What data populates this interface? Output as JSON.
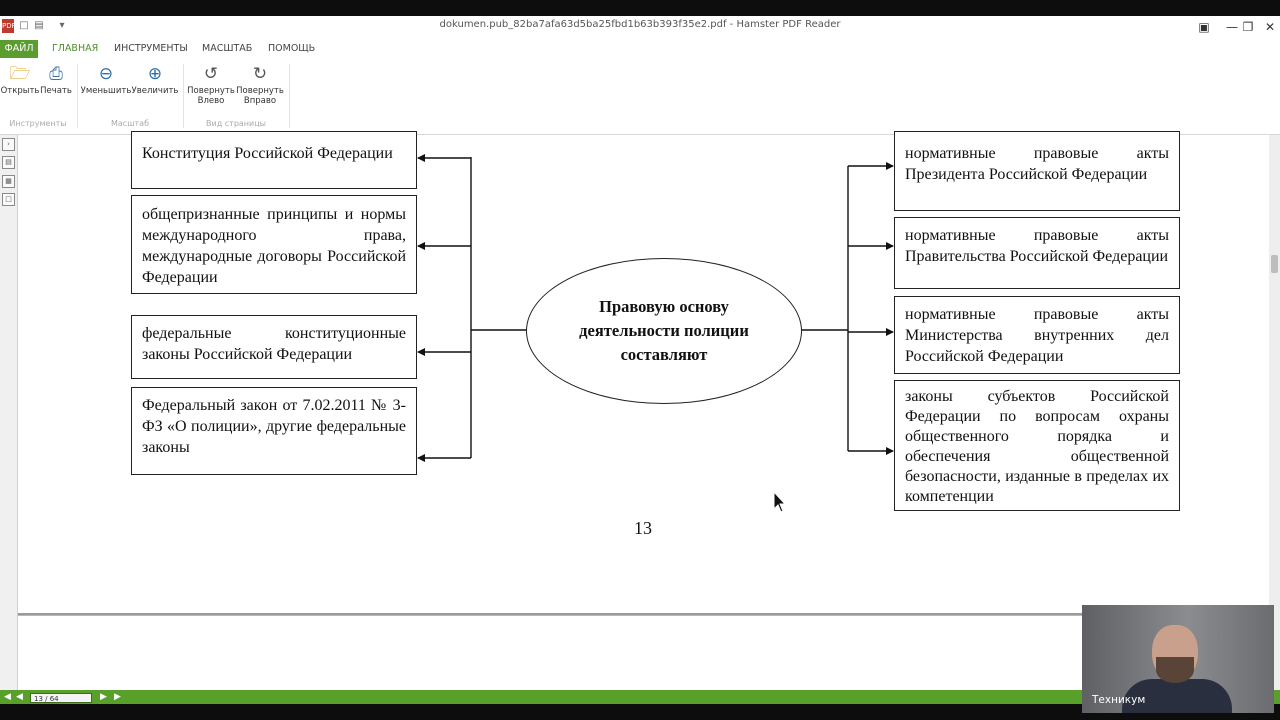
{
  "window": {
    "title": "dokumen.pub_82ba7afa63d5ba25fbd1b63b393f35e2.pdf - Hamster PDF Reader"
  },
  "ribbon_tabs": [
    {
      "label": "ФАЙЛ"
    },
    {
      "label": "ГЛАВНАЯ"
    },
    {
      "label": "ИНСТРУМЕНТЫ"
    },
    {
      "label": "МАСШТАБ"
    },
    {
      "label": "ПОМОЩЬ"
    }
  ],
  "ribbon": {
    "buttons": [
      {
        "label": "Открыть",
        "icon": "folder-icon"
      },
      {
        "label": "Печать",
        "icon": "printer-icon"
      },
      {
        "label": "Уменьшить",
        "icon": "zoom-out-icon"
      },
      {
        "label": "Увеличить",
        "icon": "zoom-in-icon"
      },
      {
        "label": "Повернуть Влево",
        "icon": "rotate-left-icon"
      },
      {
        "label": "Повернуть Вправо",
        "icon": "rotate-right-icon"
      }
    ],
    "groups": [
      {
        "label": "Инструменты"
      },
      {
        "label": "Масштаб"
      },
      {
        "label": "Вид страницы"
      }
    ]
  },
  "diagram": {
    "center": "Правовую основу деятельности полиции составляют",
    "left_boxes": [
      "Конституция Российской Федерации",
      "общепризнанные принципы и нормы международного права, международные договоры Российской Федерации",
      "федеральные конституционные законы Российской Федерации",
      "Федеральный закон от 7.02.2011 № 3-ФЗ «О полиции», другие федеральные законы"
    ],
    "right_boxes": [
      "нормативные правовые акты Президента Российской Федерации",
      "нормативные правовые акты Правительства Российской Федерации",
      "нормативные правовые акты Министерства внутренних дел Российской Федерации",
      "законы субъектов Российской Федерации по вопросам охраны общественного порядка и обеспечения общественной безопасности, изданные в пределах их компетенции"
    ]
  },
  "page_number": "13",
  "statusbar": {
    "page_indicator": "13 / 64"
  },
  "webcam": {
    "label": "Техникум"
  },
  "colors": {
    "accent": "#5b9c2f",
    "statusbar": "#58a02a"
  }
}
